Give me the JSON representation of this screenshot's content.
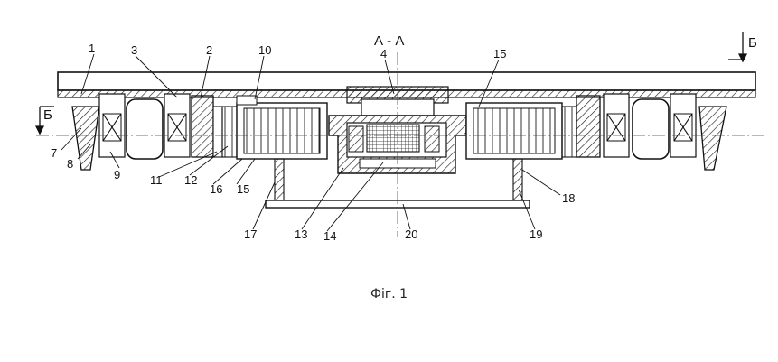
{
  "section": {
    "title": "А - А",
    "cut_left": "Б",
    "cut_right": "Б"
  },
  "callouts": [
    "1",
    "3",
    "2",
    "10",
    "4",
    "15",
    "7",
    "8",
    "9",
    "11",
    "12",
    "16",
    "15",
    "17",
    "13",
    "14",
    "20",
    "19",
    "18"
  ],
  "caption": "Фіг. 1"
}
